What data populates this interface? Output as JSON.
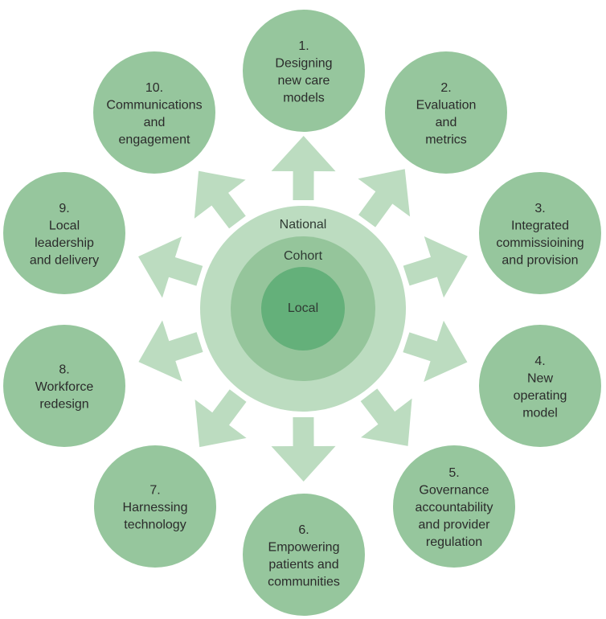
{
  "colors": {
    "background": "#ffffff",
    "outer_node": "#96c69d",
    "arrow": "#bcdcc0",
    "ring_national": "#bcdcc0",
    "ring_cohort": "#95c59b",
    "ring_local": "#64b07a",
    "text": "#2b2b2b"
  },
  "center": {
    "rings": [
      {
        "label": "National"
      },
      {
        "label": "Cohort"
      },
      {
        "label": "Local"
      }
    ]
  },
  "nodes": [
    {
      "lines": [
        "1.",
        "Designing",
        "new care",
        "models"
      ]
    },
    {
      "lines": [
        "2.",
        "Evaluation",
        "and",
        "metrics"
      ]
    },
    {
      "lines": [
        "3.",
        "Integrated",
        "commissioining",
        "and provision"
      ]
    },
    {
      "lines": [
        "4.",
        "New",
        "operating",
        "model"
      ]
    },
    {
      "lines": [
        "5.",
        "Governance",
        "accountability",
        "and provider",
        "regulation"
      ]
    },
    {
      "lines": [
        "6.",
        "Empowering",
        "patients and",
        "communities"
      ]
    },
    {
      "lines": [
        "7.",
        "Harnessing",
        "technology"
      ]
    },
    {
      "lines": [
        "8.",
        "Workforce",
        "redesign"
      ]
    },
    {
      "lines": [
        "9.",
        "Local",
        "leadership",
        "and delivery"
      ]
    },
    {
      "lines": [
        "10.",
        "Communications",
        "and",
        "engagement"
      ]
    }
  ]
}
